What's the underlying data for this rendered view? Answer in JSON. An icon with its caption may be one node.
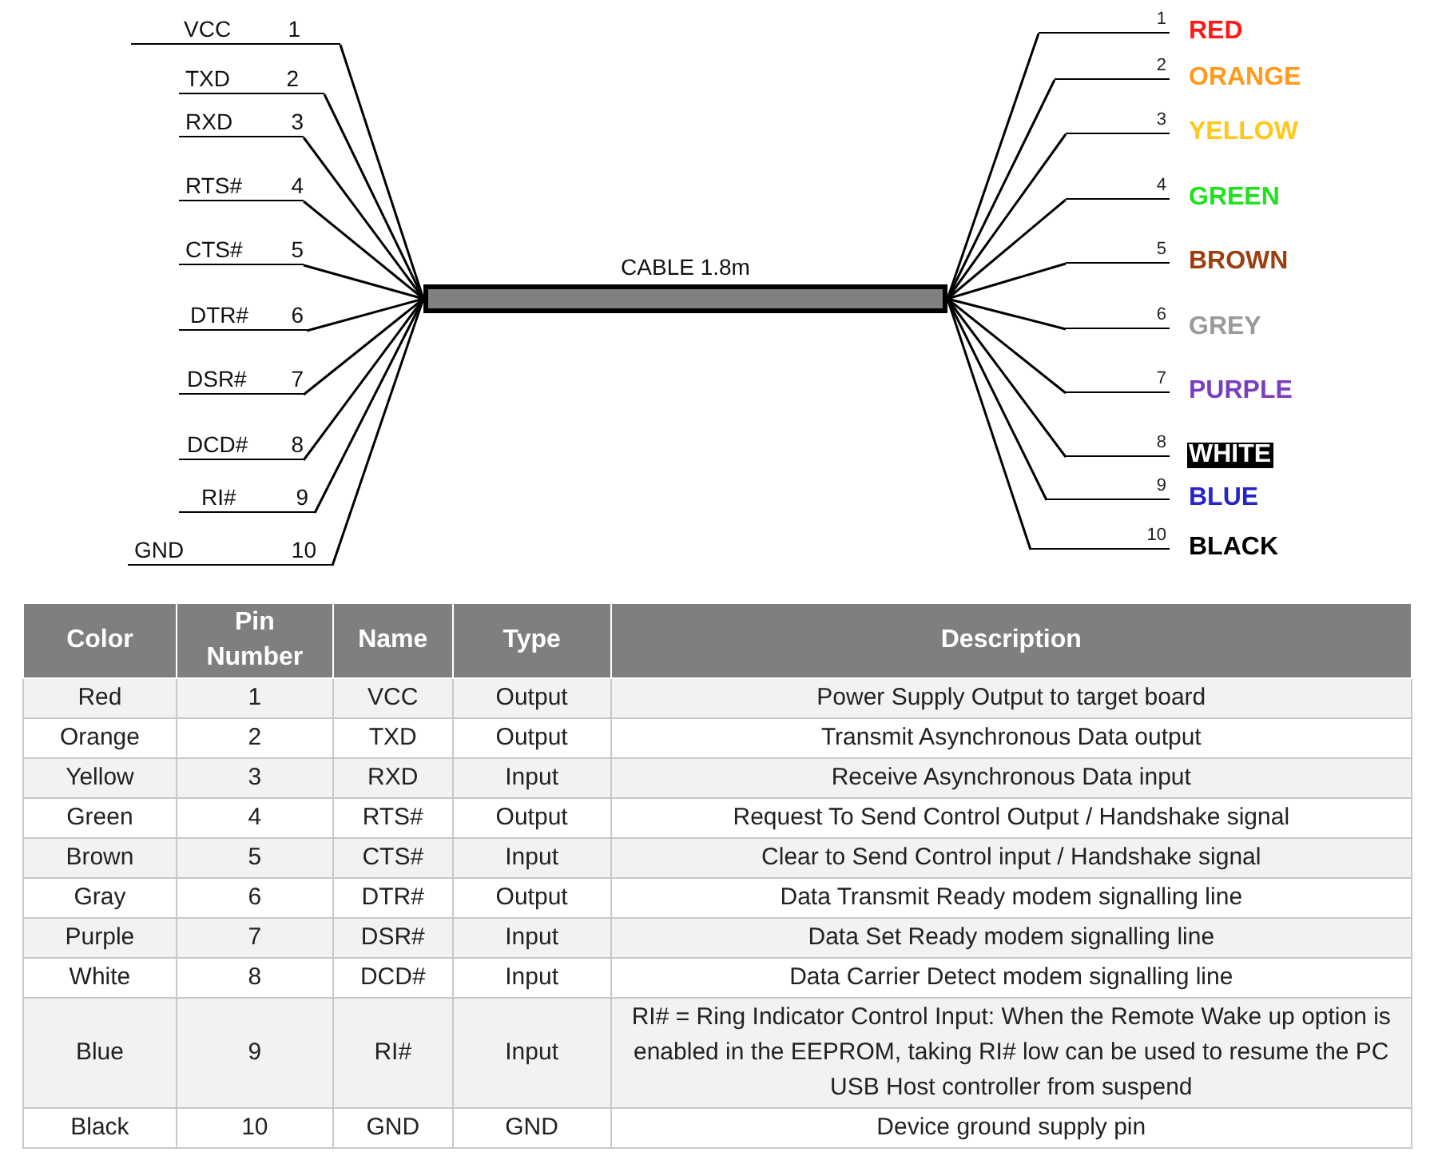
{
  "diagram": {
    "nodes": [
      {
        "text": [
          "CABLE 1.8m"
        ]
      },
      {
        "text": [
          "VCC",
          "1"
        ]
      },
      {
        "text": [
          "TXD",
          "2"
        ]
      },
      {
        "text": [
          "RXD",
          "3"
        ]
      },
      {
        "text": [
          "RTS#",
          "4"
        ]
      },
      {
        "text": [
          "CTS#",
          "5"
        ]
      },
      {
        "text": [
          "DTR#",
          "6"
        ]
      },
      {
        "text": [
          "DSR#",
          "7"
        ]
      },
      {
        "text": [
          "DCD#",
          "8"
        ]
      },
      {
        "text": [
          "RI#",
          "9"
        ]
      },
      {
        "text": [
          "GND",
          "10"
        ]
      },
      {
        "text": [
          "1"
        ],
        "beside": [
          "RED"
        ]
      },
      {
        "text": [
          "2"
        ],
        "beside": [
          "ORANGE"
        ]
      },
      {
        "text": [
          "3"
        ],
        "beside": [
          "YELLOW"
        ]
      },
      {
        "text": [
          "4"
        ],
        "beside": [
          "GREEN"
        ]
      },
      {
        "text": [
          "5"
        ],
        "beside": [
          "BROWN"
        ]
      },
      {
        "text": [
          "6"
        ],
        "beside": [
          "GREY"
        ]
      },
      {
        "text": [
          "7"
        ],
        "beside": [
          "PURPLE"
        ]
      },
      {
        "text": [
          "8"
        ],
        "beside": [
          "WHITE"
        ]
      },
      {
        "text": [
          "9"
        ],
        "beside": [
          "BLUE"
        ]
      },
      {
        "text": [
          "10"
        ],
        "beside": [
          "BLACK"
        ]
      }
    ],
    "edges": [
      {
        "from": 1,
        "to": 0,
        "arrow": "none"
      },
      {
        "from": 2,
        "to": 0,
        "arrow": "none"
      },
      {
        "from": 3,
        "to": 0,
        "arrow": "none"
      },
      {
        "from": 4,
        "to": 0,
        "arrow": "none"
      },
      {
        "from": 5,
        "to": 0,
        "arrow": "none"
      },
      {
        "from": 6,
        "to": 0,
        "arrow": "none"
      },
      {
        "from": 7,
        "to": 0,
        "arrow": "none"
      },
      {
        "from": 8,
        "to": 0,
        "arrow": "none"
      },
      {
        "from": 9,
        "to": 0,
        "arrow": "none"
      },
      {
        "from": 10,
        "to": 0,
        "arrow": "none"
      },
      {
        "from": 0,
        "to": 11,
        "arrow": "none"
      },
      {
        "from": 0,
        "to": 12,
        "arrow": "none"
      },
      {
        "from": 0,
        "to": 13,
        "arrow": "none"
      },
      {
        "from": 0,
        "to": 14,
        "arrow": "none"
      },
      {
        "from": 0,
        "to": 15,
        "arrow": "none"
      },
      {
        "from": 0,
        "to": 16,
        "arrow": "none"
      },
      {
        "from": 0,
        "to": 17,
        "arrow": "none"
      },
      {
        "from": 0,
        "to": 18,
        "arrow": "none"
      },
      {
        "from": 0,
        "to": 19,
        "arrow": "none"
      },
      {
        "from": 0,
        "to": 20,
        "arrow": "none"
      }
    ],
    "labels": [
      "Color",
      "Pin Number",
      "Name",
      "Type",
      "Description",
      "Red",
      "1",
      "VCC",
      "Output",
      "Power Supply Output to target board",
      "Orange",
      "2",
      "TXD",
      "Output",
      "Transmit Asynchronous Data output",
      "Yellow",
      "3",
      "RXD",
      "Input",
      "Receive Asynchronous Data input",
      "Green",
      "4",
      "RTS#",
      "Output",
      "Request To Send Control Output / Handshake signal",
      "Brown",
      "5",
      "CTS#",
      "Input",
      "Clear to Send Control input / Handshake signal",
      "Gray",
      "6",
      "DTR#",
      "Output",
      "Data Transmit Ready modem signalling line",
      "Purple",
      "7",
      "DSR#",
      "Input",
      "Data Set Ready modem signalling line",
      "White",
      "8",
      "DCD#",
      "Input",
      "Data Carrier Detect modem signalling line",
      "Blue",
      "9",
      "RI#",
      "Input",
      "RI# = Ring Indicator Control Input: When the Remote Wake up option is enabled in the EEPROM, taking RI# low can be used to resume the PC USB Host controller from suspend",
      "Black",
      "10",
      "GND",
      "GND",
      "Device ground supply pin"
    ]
  }
}
